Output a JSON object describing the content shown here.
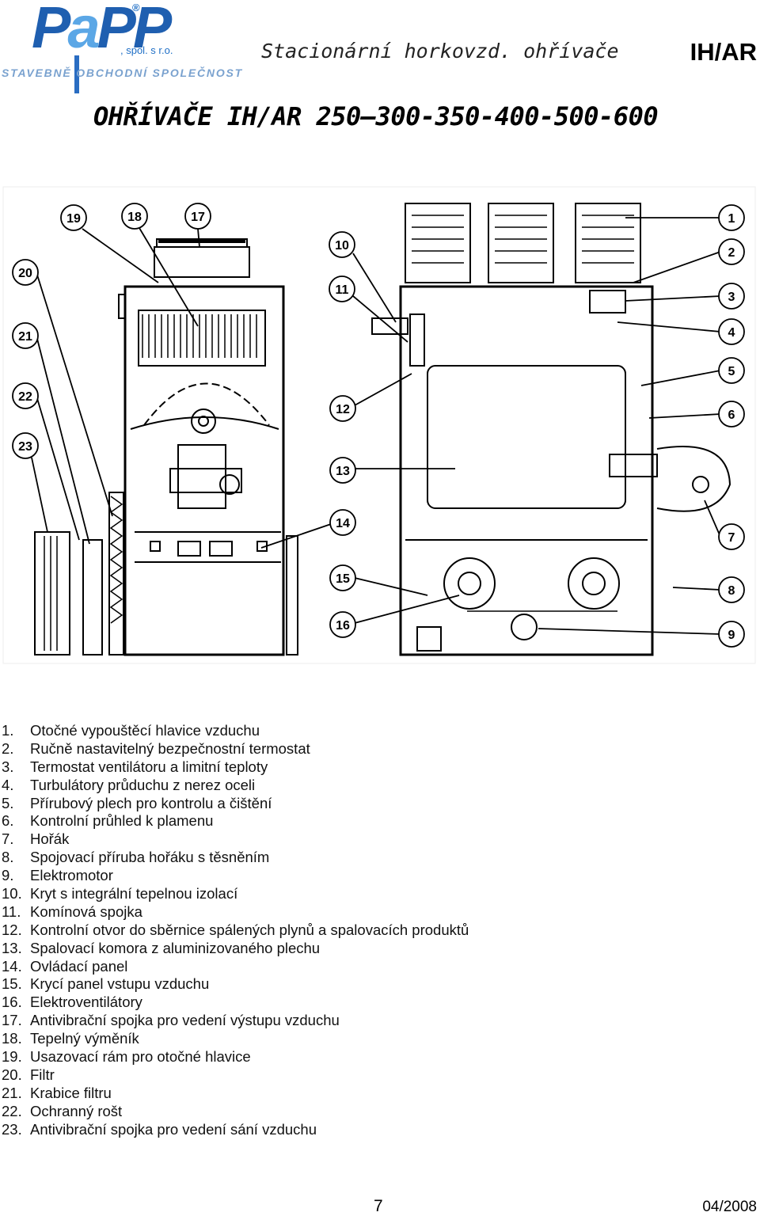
{
  "logo": {
    "brand_p1": "P",
    "brand_a": "a",
    "brand_p2": "PP",
    "registered": "®",
    "suffix": ", spol. s r.o.",
    "tagline": "STAVEBNĚ OBCHODNÍ SPOLEČNOST",
    "colors": {
      "dark_blue": "#1f5fb0",
      "light_blue": "#5ba7e6",
      "tag_blue": "#7aa2cf"
    }
  },
  "header": {
    "subtitle": "Stacionární horkovzd. ohřívače",
    "code": "IH/AR"
  },
  "title": "OHŘÍVAČE IH/AR 250–300-350-400-500-600",
  "figure": {
    "callouts": [
      "1",
      "2",
      "3",
      "4",
      "5",
      "6",
      "7",
      "8",
      "9",
      "10",
      "11",
      "12",
      "13",
      "14",
      "15",
      "16",
      "17",
      "18",
      "19",
      "20",
      "21",
      "22",
      "23"
    ]
  },
  "legend": [
    {
      "num": "1.",
      "text": "Otočné vypouštěcí hlavice vzduchu"
    },
    {
      "num": "2.",
      "text": "Ručně nastavitelný bezpečnostní termostat"
    },
    {
      "num": "3.",
      "text": "Termostat ventilátoru a limitní teploty"
    },
    {
      "num": "4.",
      "text": "Turbulátory průduchu z nerez oceli"
    },
    {
      "num": "5.",
      "text": "Přírubový plech pro kontrolu a čištění"
    },
    {
      "num": "6.",
      "text": "Kontrolní průhled k plamenu"
    },
    {
      "num": "7.",
      "text": "Hořák"
    },
    {
      "num": "8.",
      "text": "Spojovací příruba hořáku s těsněním"
    },
    {
      "num": "9.",
      "text": "Elektromotor"
    },
    {
      "num": "10.",
      "text": "Kryt s integrální tepelnou izolací"
    },
    {
      "num": "11.",
      "text": "Komínová spojka"
    },
    {
      "num": "12.",
      "text": "Kontrolní otvor do sběrnice spálených plynů a spalovacích produktů"
    },
    {
      "num": "13.",
      "text": "Spalovací komora z aluminizovaného plechu"
    },
    {
      "num": "14.",
      "text": "Ovládací panel"
    },
    {
      "num": "15.",
      "text": "Krycí panel vstupu vzduchu"
    },
    {
      "num": "16.",
      "text": "Elektroventilátory"
    },
    {
      "num": "17.",
      "text": "Antivibrační spojka pro vedení výstupu vzduchu"
    },
    {
      "num": "18.",
      "text": "Tepelný výměník"
    },
    {
      "num": "19.",
      "text": "Usazovací rám pro otočné hlavice"
    },
    {
      "num": "20.",
      "text": "Filtr"
    },
    {
      "num": "21.",
      "text": "Krabice filtru"
    },
    {
      "num": "22.",
      "text": "Ochranný rošt"
    },
    {
      "num": "23.",
      "text": "Antivibrační spojka pro vedení sání vzduchu"
    }
  ],
  "footer": {
    "page_number": "7",
    "date": "04/2008"
  }
}
